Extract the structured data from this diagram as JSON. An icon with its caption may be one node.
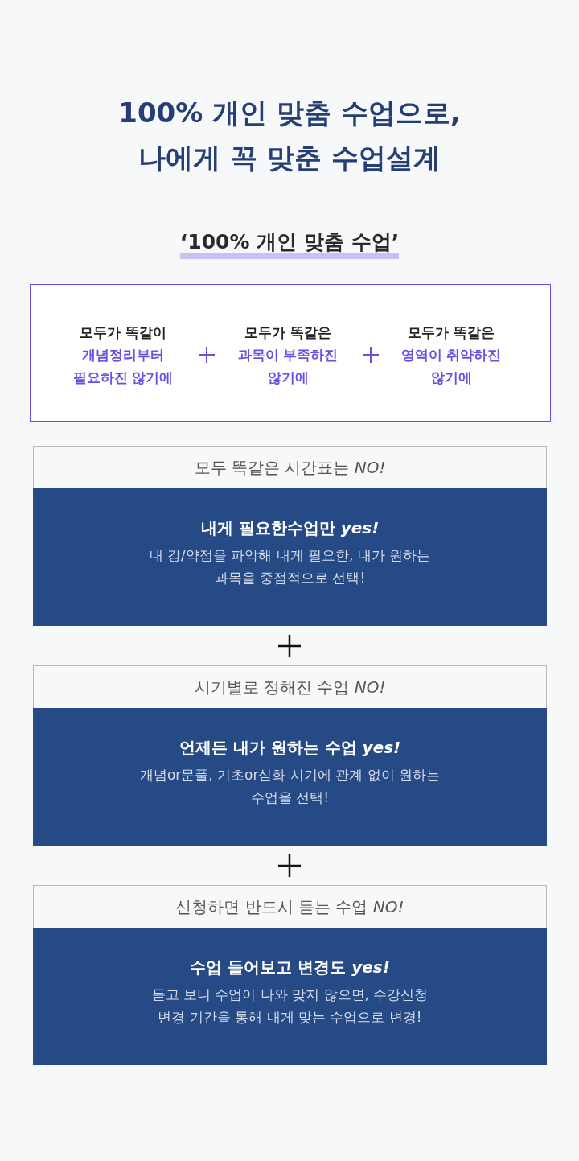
{
  "diagram": {
    "title": "100% 개인 맞춤 수업으로, 나에게 꼭 맞춘 수업설계",
    "nodes": [
      {
        "text": [],
        "shape": "box"
      },
      {
        "text": [
          "모두가 똑같이",
          "개념정리부터 필요하진 않기에"
        ],
        "in": 0
      },
      {
        "text": [
          "모두가 똑같은",
          "과목이 부족하진 않기에"
        ],
        "in": 0
      },
      {
        "text": [
          "모두가 똑같은",
          "영역이 취약하진 않기에"
        ],
        "in": 0
      },
      {
        "text": [
          "모두 똑같은 시간표는 *NO!*"
        ]
      },
      {
        "text": [
          "내게 필요한수업만 *yes!*",
          "내 강/약점을 파악해 내게 필요한, 내가 원하는 과목을 중점적으로 선택!"
        ]
      },
      {
        "text": [
          "시기별로 정해진 수업 *NO!*"
        ]
      },
      {
        "text": [
          "언제든 내가 원하는 수업 *yes!*",
          "개념or문풀, 기초or심화 시기에 관계 없이 원하는 수업을 선택!"
        ]
      },
      {
        "text": [
          "신청하면 반드시 듣는 수업 *NO!*"
        ]
      },
      {
        "text": [
          "수업 들어보고 변경도 *yes!*",
          "듣고 보니 수업이 나와 맞지 않으면, 수강신청 변경 기간을 통해 내게 맞는 수업으로 변경!"
        ]
      }
    ],
    "labels": [
      "‘100% 개인 맞춤 수업’"
    ]
  }
}
